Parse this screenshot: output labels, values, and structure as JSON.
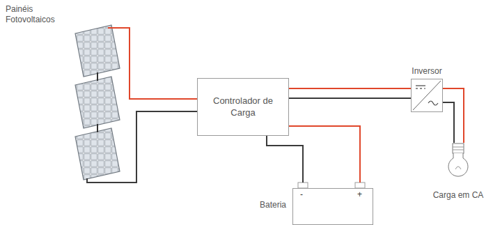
{
  "diagram": {
    "nodes": [
      {
        "text": [
          "Painéis Fotovoltaicos"
        ]
      },
      {
        "text": [
          "Controlador de Carga"
        ]
      },
      {
        "text": [
          "Inversor"
        ]
      },
      {
        "text": [
          "Bateria"
        ]
      },
      {
        "text": [
          "Carga em CA"
        ]
      }
    ],
    "edges": [
      {
        "from": 0,
        "to": 1,
        "arrow": "none"
      },
      {
        "from": 1,
        "to": 2,
        "arrow": "none"
      },
      {
        "from": 1,
        "to": 3,
        "arrow": "none"
      },
      {
        "from": 2,
        "to": 4,
        "arrow": "none"
      }
    ],
    "labels": [
      "-",
      "+"
    ]
  }
}
